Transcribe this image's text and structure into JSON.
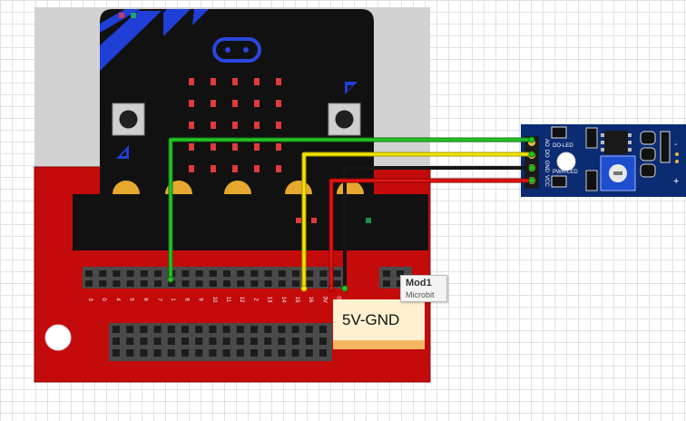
{
  "board": {
    "edge_pins_upper": [
      "3",
      "0",
      "4",
      "5",
      "6",
      "7",
      "1",
      "8",
      "9",
      "10",
      "11",
      "12",
      "2",
      "13",
      "14",
      "15",
      "16",
      "3V",
      "0V"
    ]
  },
  "sensor": {
    "pins": [
      "AO",
      "DO",
      "GND",
      "VCC"
    ],
    "led1": "DO-LED",
    "led2": "PWR-LED",
    "polarity_minus": "-",
    "polarity_plus": "+"
  },
  "tooltip": {
    "title": "Mod1",
    "subtitle": "Microbit"
  },
  "note": {
    "text": "5V-GND"
  },
  "colors": {
    "board_red": "#c30b0b",
    "microbit_black": "#111111",
    "sensor_blue": "#0b2b73",
    "wire_green": "#25c425",
    "wire_yellow": "#f2e400",
    "wire_black": "#151515",
    "wire_red": "#e01414",
    "led_red": "#e03a3a",
    "accent_blue": "#1f3fd6",
    "gold": "#e6a82e"
  }
}
